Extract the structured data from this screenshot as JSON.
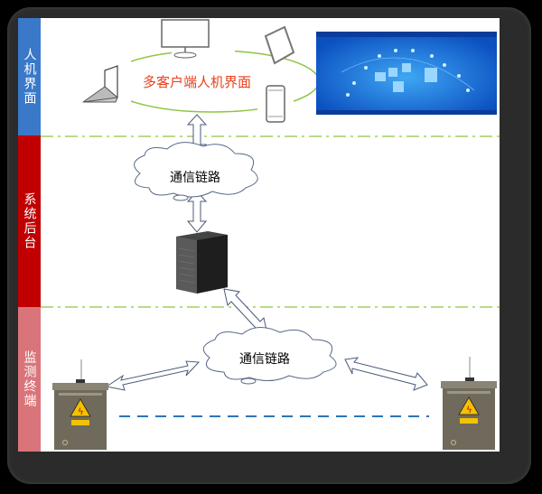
{
  "bands": [
    {
      "label": "人机界面",
      "color": "#3a78c9"
    },
    {
      "label": "系统后台",
      "color": "#c00000"
    },
    {
      "label": "监测终端",
      "color": "#d9757a"
    }
  ],
  "client_label": "多客户端人机界面",
  "cloud_top": "通信链路",
  "cloud_bottom": "通信链路",
  "colors": {
    "client_label": "#e8401a",
    "ellipse": "#8cc63f",
    "divider": "#8cc63f",
    "dashed_link": "#2e75b6",
    "arrow": "#4a5a7a"
  },
  "icons": [
    "laptop-icon",
    "monitor-icon",
    "tablet-icon",
    "phone-icon",
    "server-icon",
    "cloud-icon",
    "monitoring-cabinet-icon"
  ]
}
